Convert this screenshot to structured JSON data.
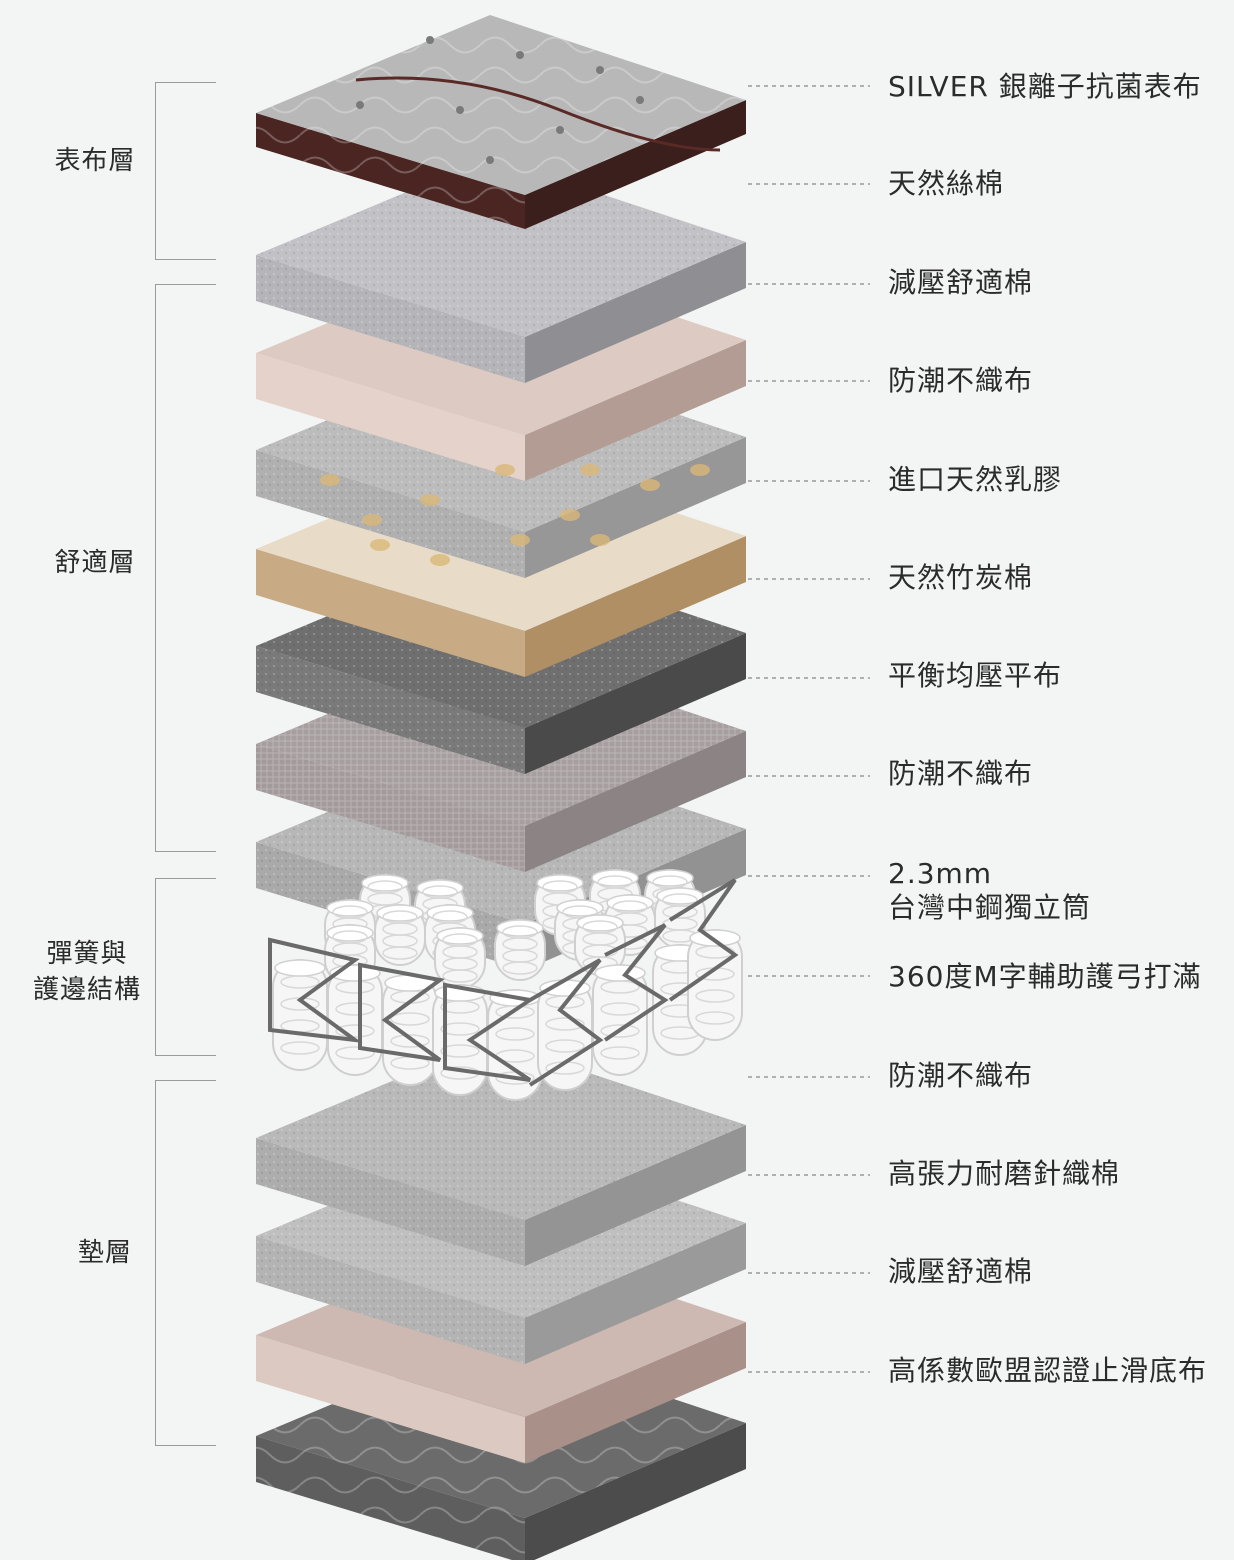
{
  "groups": [
    {
      "name": "表布層"
    },
    {
      "name_line1": "舒適層"
    },
    {
      "line1": "彈簧與",
      "line2": "護邊結構"
    },
    {
      "name": "墊層"
    }
  ],
  "labels": [
    "SILVER 銀離子抗菌表布",
    "天然絲棉",
    "減壓舒適棉",
    "防潮不織布",
    "進口天然乳膠",
    "天然竹炭棉",
    "平衡均壓平布",
    "防潮不織布",
    "360度M字輔助護弓打滿",
    "防潮不織布",
    "高張力耐磨針織棉",
    "減壓舒適棉",
    "高係數歐盟認證止滑底布"
  ],
  "spring_label": {
    "line1": "2.3mm",
    "line2": "台灣中鋼獨立筒"
  },
  "colors": {
    "background": "#f3f5f4",
    "text": "#2b2b2b",
    "bracket": "#9a9a9a",
    "leader": "#9a9a9a"
  }
}
